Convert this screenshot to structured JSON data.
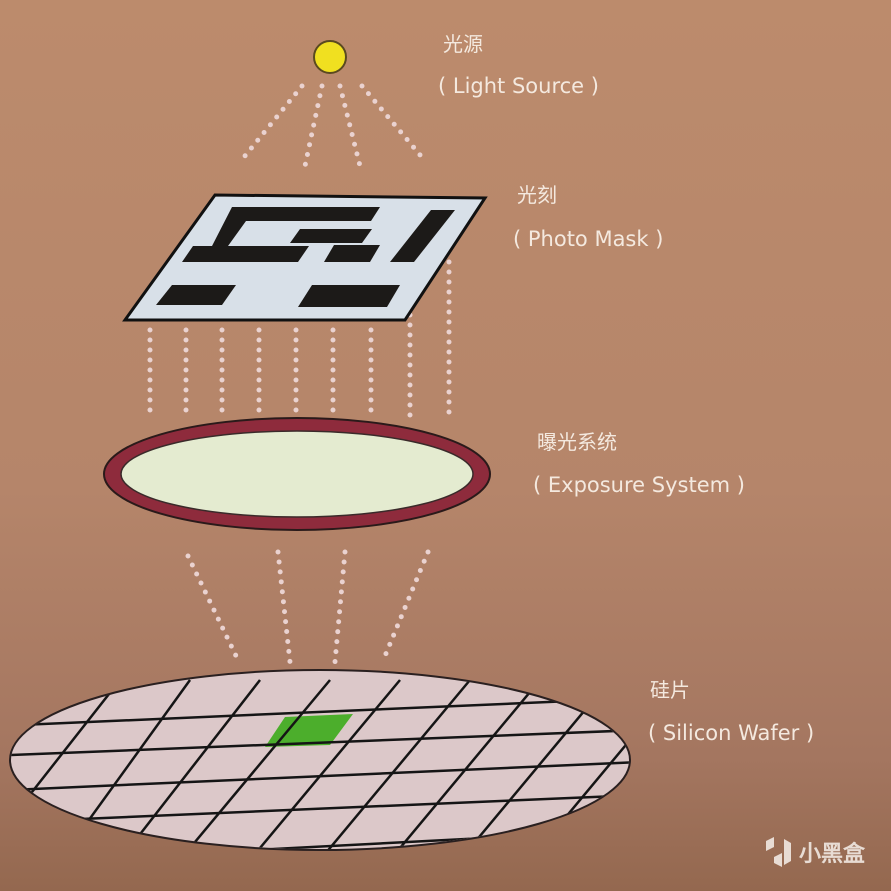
{
  "light_source": {
    "zh": "光源",
    "en": "( Light Source )",
    "color": "#f0e020"
  },
  "photo_mask": {
    "zh": "光刻",
    "en": "( Photo Mask )",
    "color": "#d8e0e8"
  },
  "exposure_system": {
    "zh": "曝光系统",
    "en": "( Exposure System )",
    "rim_color": "#8e2b3c",
    "lens_color": "#e4ebd0"
  },
  "silicon_wafer": {
    "zh": "硅片",
    "en": "( Silicon Wafer )",
    "color": "#dcc8c9",
    "die_color": "#4cae2c"
  },
  "watermark": {
    "text": "小黑盒"
  }
}
